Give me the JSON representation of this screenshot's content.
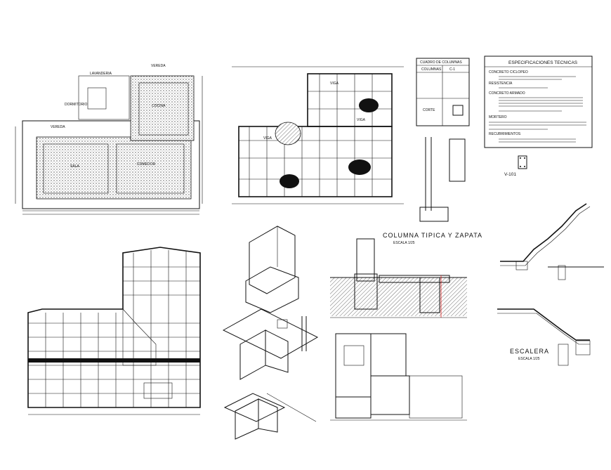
{
  "plans": {
    "floor_plan": {
      "rooms": [
        "SALA",
        "COMEDOR",
        "COCINA"
      ],
      "labels": [
        "LAVANDERIA",
        "DORMITORIO",
        "VEREDA",
        "VEREDA"
      ]
    },
    "foundation_plan": {
      "labels": [
        "VIGA",
        "VIGA",
        "VIGA"
      ]
    }
  },
  "table_columnas": {
    "title": "CUADRO DE COLUMNAS",
    "header": [
      "COLUMNAS",
      "C-1"
    ],
    "cut_label": "CORTE"
  },
  "especificaciones": {
    "title": "ESPECIFICACIONES TECNICAS",
    "sections": [
      "CONCRETO CICLOPEO",
      "RESISTENCIA",
      "CONCRETO ARMADO",
      "MORTERO",
      "RECUBRIMIENTOS"
    ]
  },
  "details": {
    "beam_label": "V-101",
    "column_title": "COLUMNA TIPICA Y ZAPATA",
    "column_scale": "ESCALA 1/25",
    "stair_title": "ESCALERA",
    "stair_scale": "ESCALA 1/25"
  },
  "colors": {
    "line": "#111111",
    "accent": "#dd2222",
    "background": "#ffffff"
  }
}
